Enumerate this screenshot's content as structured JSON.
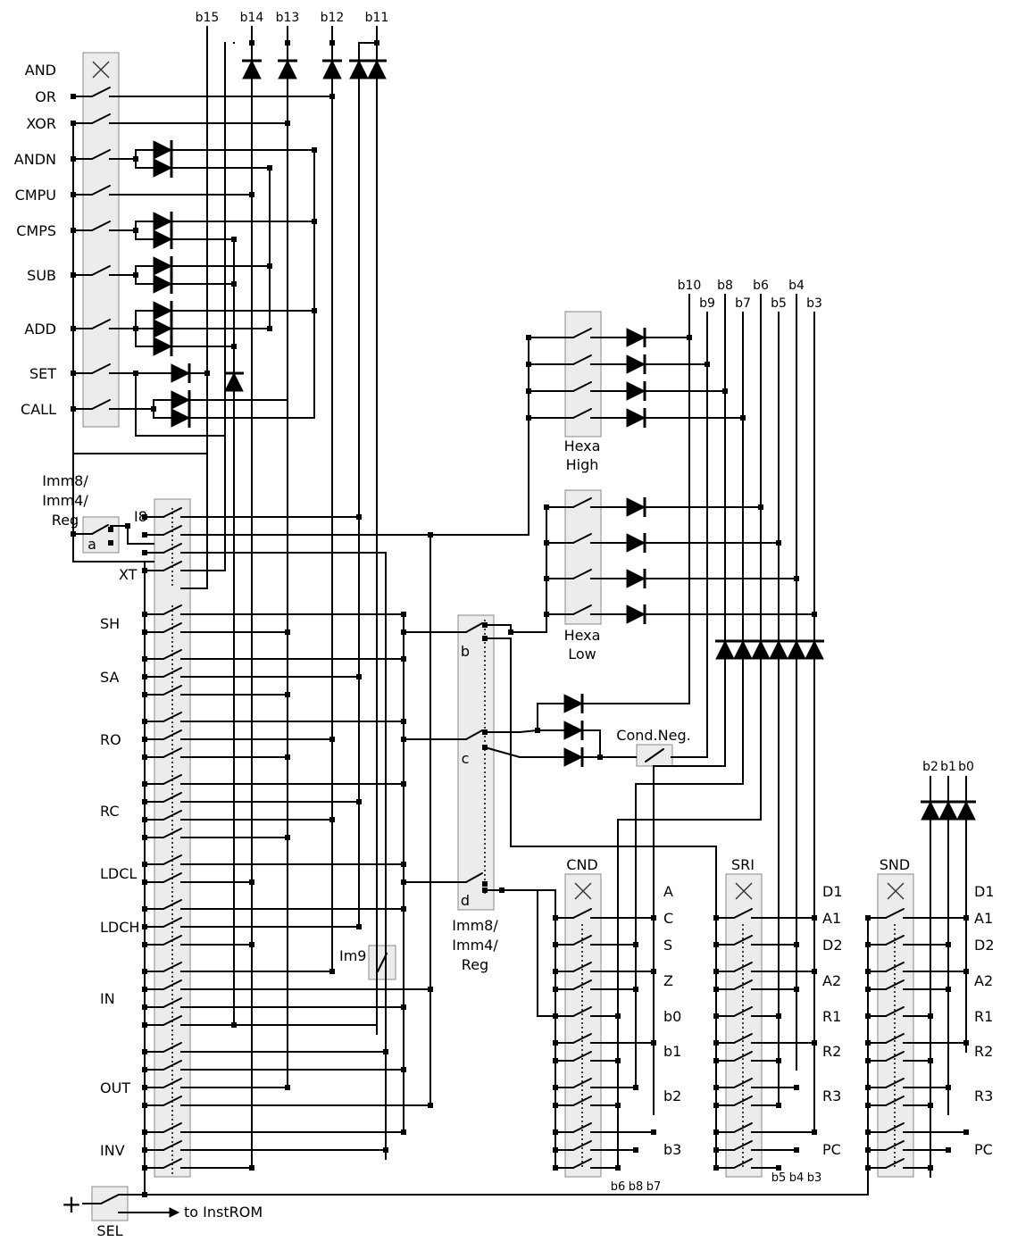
{
  "top_bits": [
    "b15",
    "b14",
    "b13",
    "b12",
    "b11"
  ],
  "alu_ops": [
    "AND",
    "OR",
    "XOR",
    "ANDN",
    "CMPU",
    "CMPS",
    "SUB",
    "ADD",
    "SET",
    "CALL"
  ],
  "imm_selector": {
    "title": [
      "Imm8/",
      "Imm4/",
      "Reg"
    ],
    "a_label": "a"
  },
  "lines_i8": "I8",
  "lines_xt": "XT",
  "shift_ops": [
    "SH",
    "SA",
    "RO",
    "RC",
    "LDCL",
    "LDCH",
    "IN",
    "OUT",
    "INV"
  ],
  "im9_label": "Im9",
  "mid_selector": {
    "labels": [
      "b",
      "c",
      "d"
    ],
    "caption": [
      "Imm8/",
      "Imm4/",
      "Reg"
    ]
  },
  "hexa_high": [
    "Hexa",
    "High"
  ],
  "hexa_low": [
    "Hexa",
    "Low"
  ],
  "cond_neg": "Cond.Neg.",
  "right_bits_upper": [
    "b10",
    "b8",
    "b6",
    "b4"
  ],
  "right_bits_lower": [
    "b9",
    "b7",
    "b5",
    "b3"
  ],
  "low_bits": [
    "b2",
    "b1",
    "b0"
  ],
  "cnd": {
    "title": "CND",
    "labels": [
      "A",
      "C",
      "S",
      "Z",
      "b0",
      "b1",
      "b2",
      "b3"
    ],
    "foot": [
      "b6",
      "b8",
      "b7"
    ]
  },
  "sri": {
    "title": "SRI",
    "labels": [
      "D1",
      "A1",
      "D2",
      "A2",
      "R1",
      "R2",
      "R3",
      "PC"
    ],
    "foot": [
      "b5",
      "b4",
      "b3"
    ]
  },
  "snd": {
    "title": "SND",
    "labels": [
      "D1",
      "A1",
      "D2",
      "A2",
      "R1",
      "R2",
      "R3",
      "PC"
    ]
  },
  "plus_symbol": "+",
  "sel_label": "SEL",
  "to_instrom": "to InstROM"
}
